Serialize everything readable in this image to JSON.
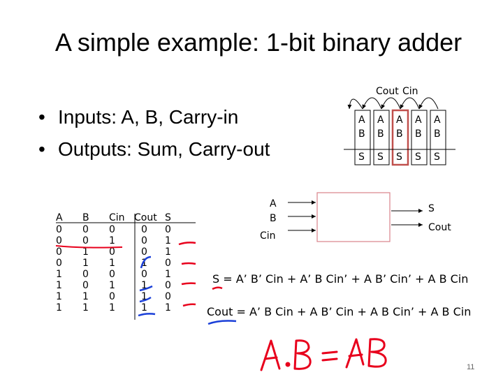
{
  "title": "A simple example: 1-bit binary adder",
  "bullets": [
    "Inputs: A, B, Carry-in",
    "Outputs: Sum, Carry-out"
  ],
  "chain": {
    "cout_label": "Cout",
    "cin_label": "Cin",
    "cells": [
      {
        "a": "A",
        "b": "B",
        "s": "S"
      },
      {
        "a": "A",
        "b": "B",
        "s": "S"
      },
      {
        "a": "A",
        "b": "B",
        "s": "S"
      },
      {
        "a": "A",
        "b": "B",
        "s": "S"
      },
      {
        "a": "A",
        "b": "B",
        "s": "S"
      }
    ],
    "highlight_index": 2,
    "highlight_color": "#c0504d"
  },
  "block": {
    "inputs": [
      "A",
      "B",
      "Cin"
    ],
    "outputs": [
      "S",
      "Cout"
    ],
    "border_color": "#d9838a"
  },
  "truth_table": {
    "headers": [
      "A",
      "B",
      "Cin",
      "Cout",
      "S"
    ],
    "rows": [
      [
        "0",
        "0",
        "0",
        "0",
        "0"
      ],
      [
        "0",
        "0",
        "1",
        "0",
        "1"
      ],
      [
        "0",
        "1",
        "0",
        "0",
        "1"
      ],
      [
        "0",
        "1",
        "1",
        "1",
        "0"
      ],
      [
        "1",
        "0",
        "0",
        "0",
        "1"
      ],
      [
        "1",
        "0",
        "1",
        "1",
        "0"
      ],
      [
        "1",
        "1",
        "0",
        "1",
        "0"
      ],
      [
        "1",
        "1",
        "1",
        "1",
        "1"
      ]
    ]
  },
  "equations": {
    "s": "S = A’ B’ Cin + A’ B Cin’ + A B’ Cin’ + A B Cin",
    "cout": "Cout = A’ B Cin + A B’ Cin + A B Cin’ + A B Cin"
  },
  "handwriting": {
    "text": "A.B = AB",
    "color": "#e8001c",
    "mark_color_blue": "#1a3fd8"
  },
  "page_number": "11"
}
